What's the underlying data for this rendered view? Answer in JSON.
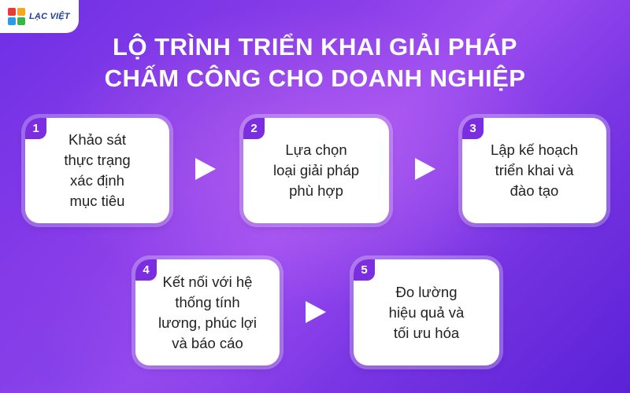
{
  "logo": {
    "text": "LẠC VIỆT"
  },
  "title": {
    "line1": "LỘ TRÌNH TRIỂN KHAI GIẢI PHÁP",
    "line2": "CHẤM CÔNG CHO DOANH NGHIỆP"
  },
  "steps": [
    {
      "number": "1",
      "text": "Khảo sát\nthực trạng\nxác định\nmục tiêu"
    },
    {
      "number": "2",
      "text": "Lựa chọn\nloại giải pháp\nphù hợp"
    },
    {
      "number": "3",
      "text": "Lập kế hoạch\ntriển khai và\nđào tạo"
    },
    {
      "number": "4",
      "text": "Kết nối với hệ\nthống tính\nlương, phúc lợi\nvà báo cáo"
    },
    {
      "number": "5",
      "text": "Đo lường\nhiệu quả và\ntối ưu hóa"
    }
  ],
  "colors": {
    "accent": "#7b2ee0",
    "card": "#ffffff",
    "text": "#222222"
  },
  "icons": [
    "logo-squares-icon",
    "play-arrow-icon"
  ]
}
